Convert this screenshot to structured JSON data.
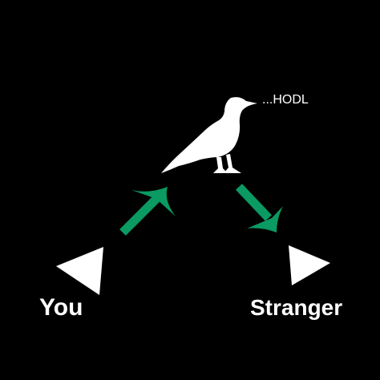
{
  "labels": {
    "left_node": "You",
    "right_node": "Stranger",
    "bird_speech": "...HODL"
  },
  "icons": {
    "bird": "crow-icon",
    "left_node": "triangle-pointing-left-icon",
    "right_node": "triangle-pointing-right-icon",
    "arrow_up": "arrow-up-right-icon",
    "arrow_down": "arrow-down-right-icon"
  },
  "colors": {
    "background": "#000000",
    "arrow": "#0a9a62",
    "foreground": "#ffffff"
  }
}
